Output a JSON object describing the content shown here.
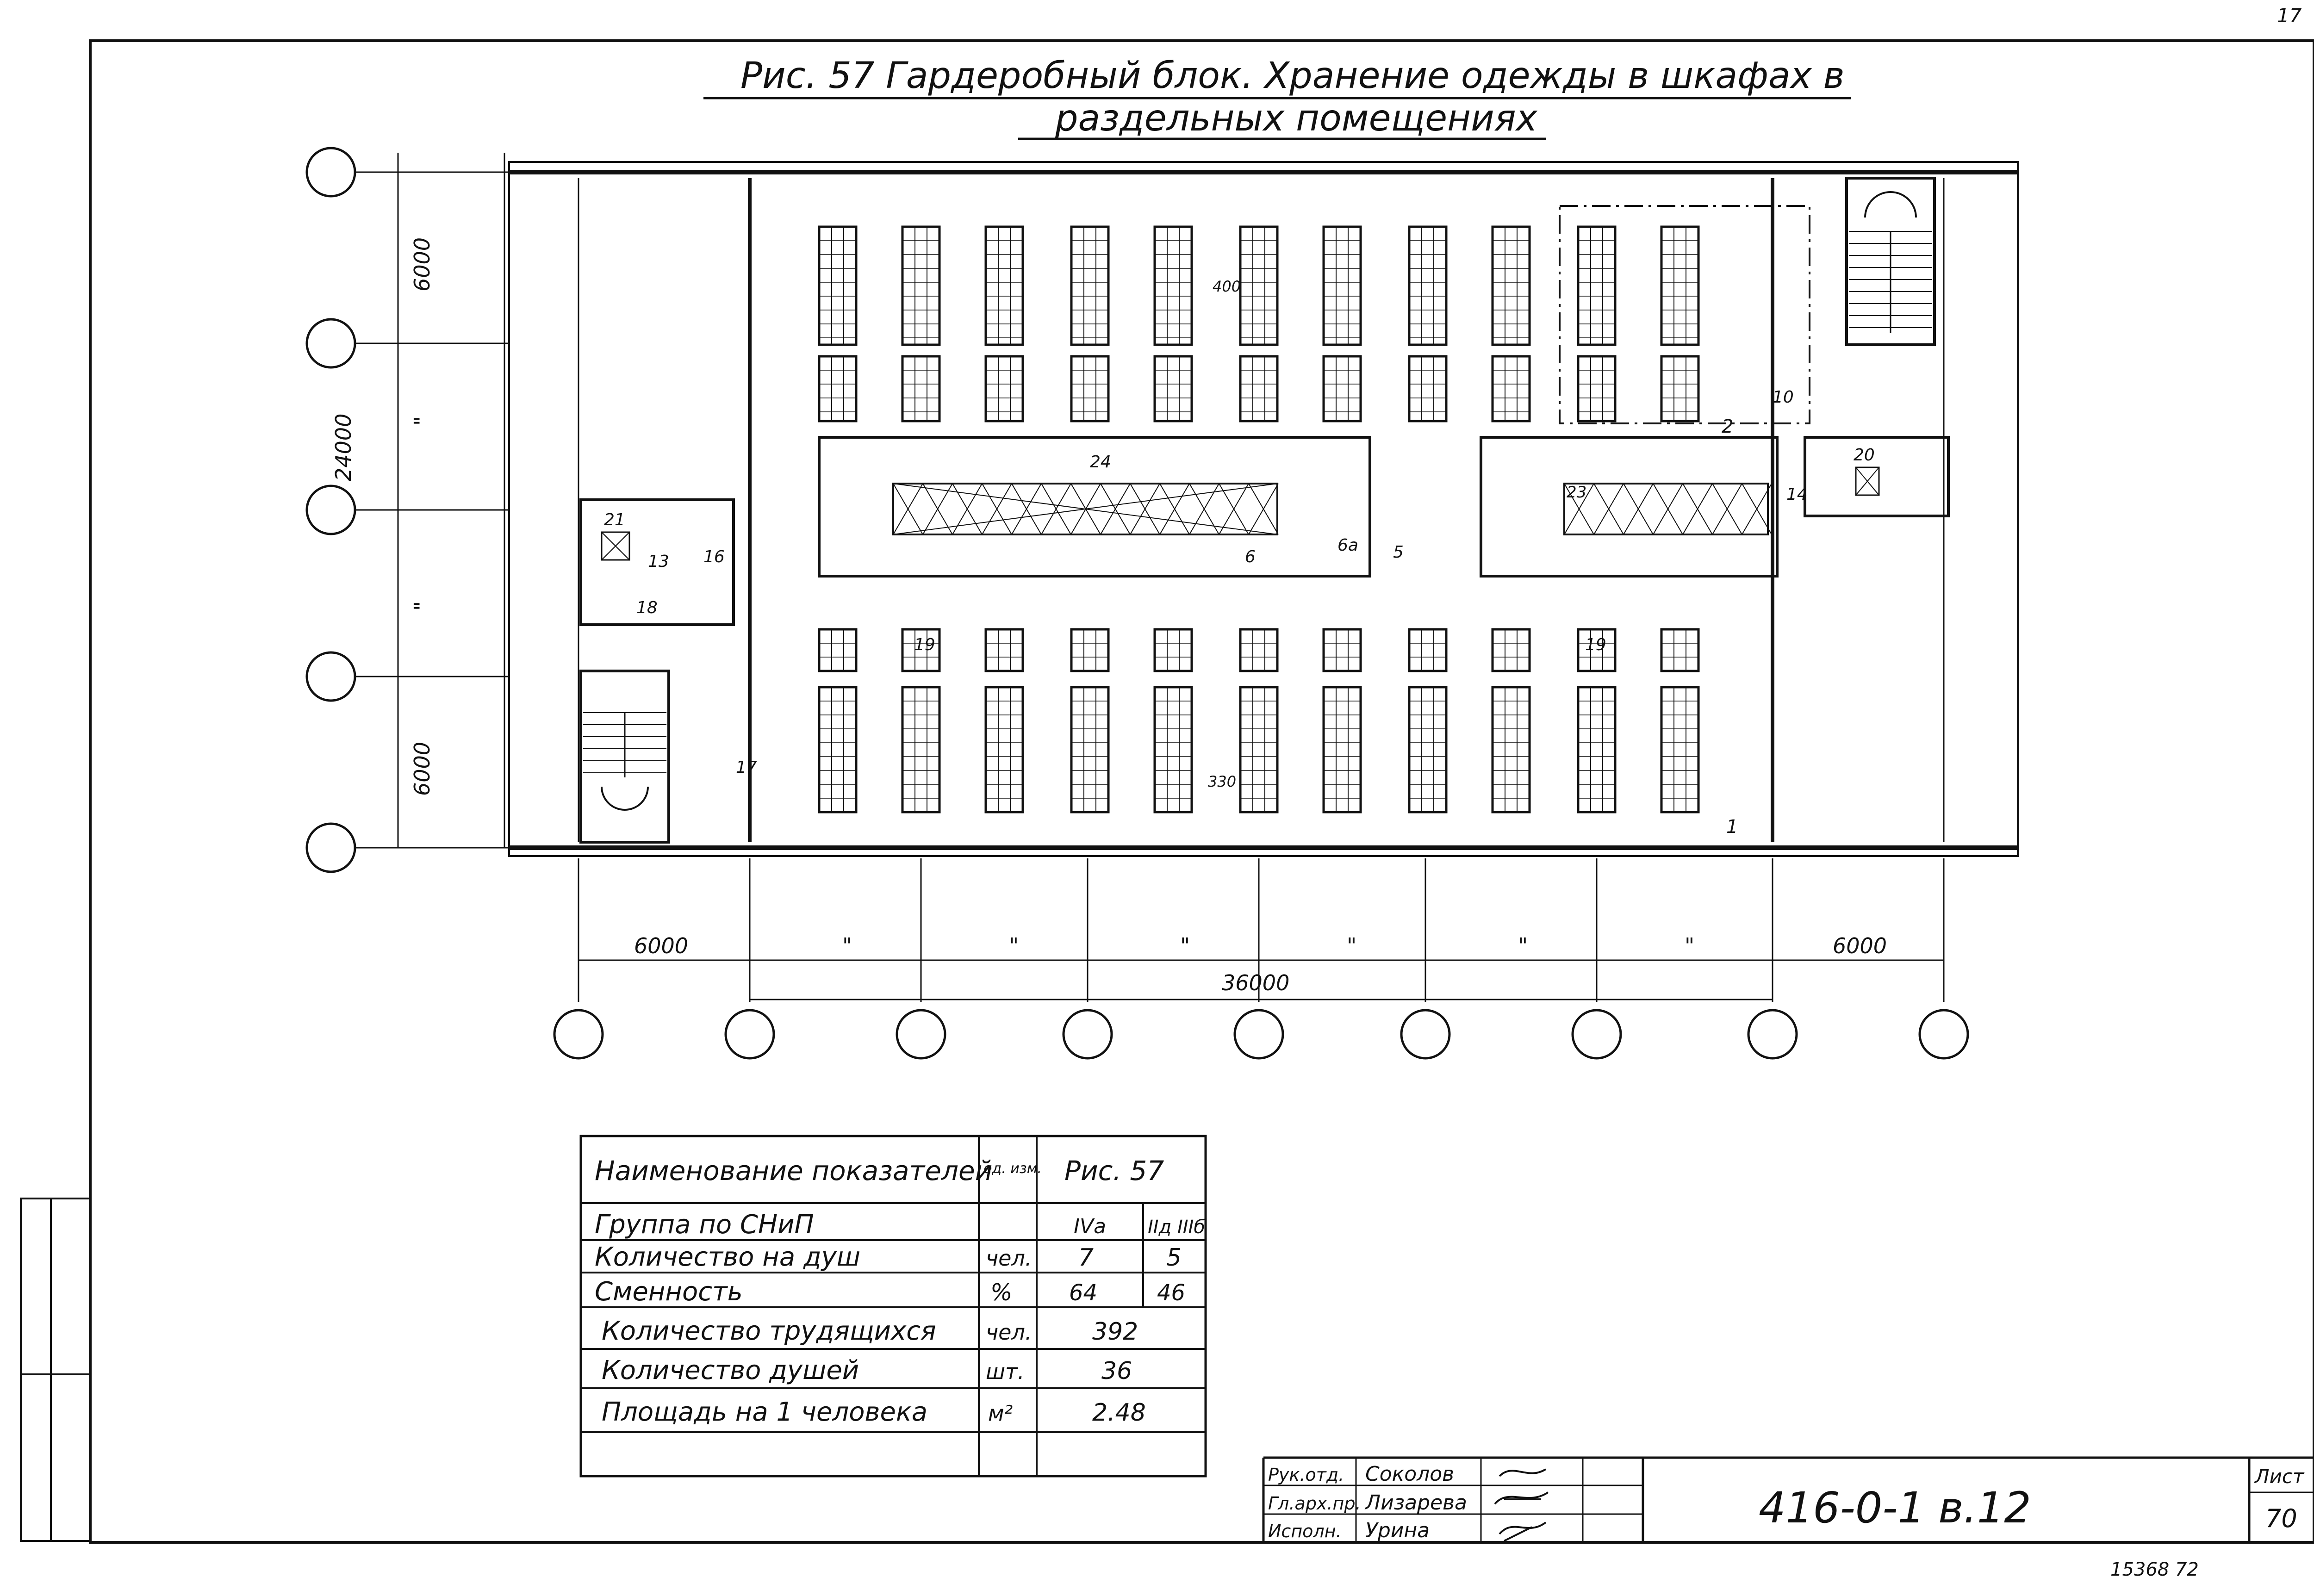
{
  "corner_number": "17",
  "title": {
    "line1": "Рис. 57     Гардеробный блок.   Хранение одежды в шкафах в",
    "line2": "раздельных   помещениях"
  },
  "dimensions": {
    "left_top": "6000",
    "left_total": "24000",
    "left_bottom": "6000",
    "left_ditto_1": "\"",
    "left_ditto_2": "\"",
    "bottom_left": "6000",
    "bottom_right": "6000",
    "bottom_ditto": [
      "\"",
      "\"",
      "\"",
      "\"",
      "\"",
      "\""
    ],
    "bottom_total": "36000",
    "dim_400": "400",
    "dim_330": "330"
  },
  "plan_labels": [
    "1",
    "2",
    "5",
    "6",
    "6а",
    "10",
    "13",
    "14",
    "16",
    "17",
    "18",
    "19",
    "19",
    "20",
    "21",
    "23",
    "24"
  ],
  "table": {
    "header": {
      "name": "Наименование показателей",
      "unit": "ед. изм.",
      "value": "Рис. 57"
    },
    "rows": [
      {
        "name": "Группа по СНиП",
        "unit": "",
        "v1": "IVа",
        "v2": "IIд IIIб"
      },
      {
        "name": "Количество на душ",
        "unit": "чел.",
        "v1": "7",
        "v2": "5"
      },
      {
        "name": "Сменность",
        "unit": "%",
        "v1": "64",
        "v2": "46"
      },
      {
        "name": "Количество трудящихся",
        "unit": "чел.",
        "v1": "392",
        "v2": ""
      },
      {
        "name": "Количество душей",
        "unit": "шт.",
        "v1": "36",
        "v2": ""
      },
      {
        "name": "Площадь на 1 человека",
        "unit": "м²",
        "v1": "2.48",
        "v2": ""
      }
    ]
  },
  "stamp": {
    "roles": [
      "Рук.отд.",
      "Гл.арх.пр.",
      "Исполн."
    ],
    "names": [
      "Соколов",
      "Лизарева",
      "Урина"
    ],
    "code": "416-0-1  в.12",
    "sheet_label": "Лист",
    "sheet_no": "70"
  },
  "footer_number": "15368   72"
}
